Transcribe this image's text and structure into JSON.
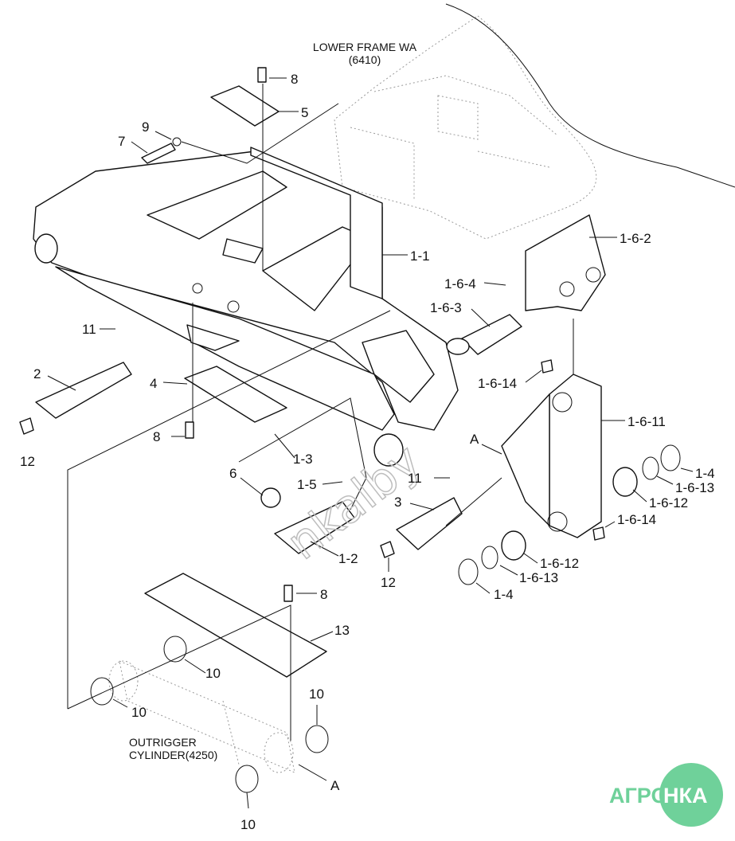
{
  "diagram": {
    "titles": {
      "lower_frame_name": "LOWER FRAME WA",
      "lower_frame_code": "(6410)",
      "outrigger_name": "OUTRIGGER",
      "outrigger_code": "CYLINDER(4250)"
    },
    "callouts": [
      "8",
      "5",
      "9",
      "7",
      "1-1",
      "1-6-2",
      "1-6-4",
      "1-6-3",
      "11",
      "2",
      "4",
      "1-6-14",
      "1-6-11",
      "A",
      "12",
      "8",
      "1-3",
      "6",
      "1-5",
      "11",
      "3",
      "1-4",
      "1-6-13",
      "1-6-12",
      "1-6-14",
      "1-2",
      "12",
      "1-6-12",
      "1-6-13",
      "1-4",
      "8",
      "13",
      "10",
      "10",
      "10",
      "10",
      "A"
    ]
  },
  "watermark": {
    "text": "nkalby"
  },
  "brand": {
    "name": "АГРОНКА",
    "left": "АГРО",
    "right": "НКА",
    "color": "#6fd19a"
  }
}
